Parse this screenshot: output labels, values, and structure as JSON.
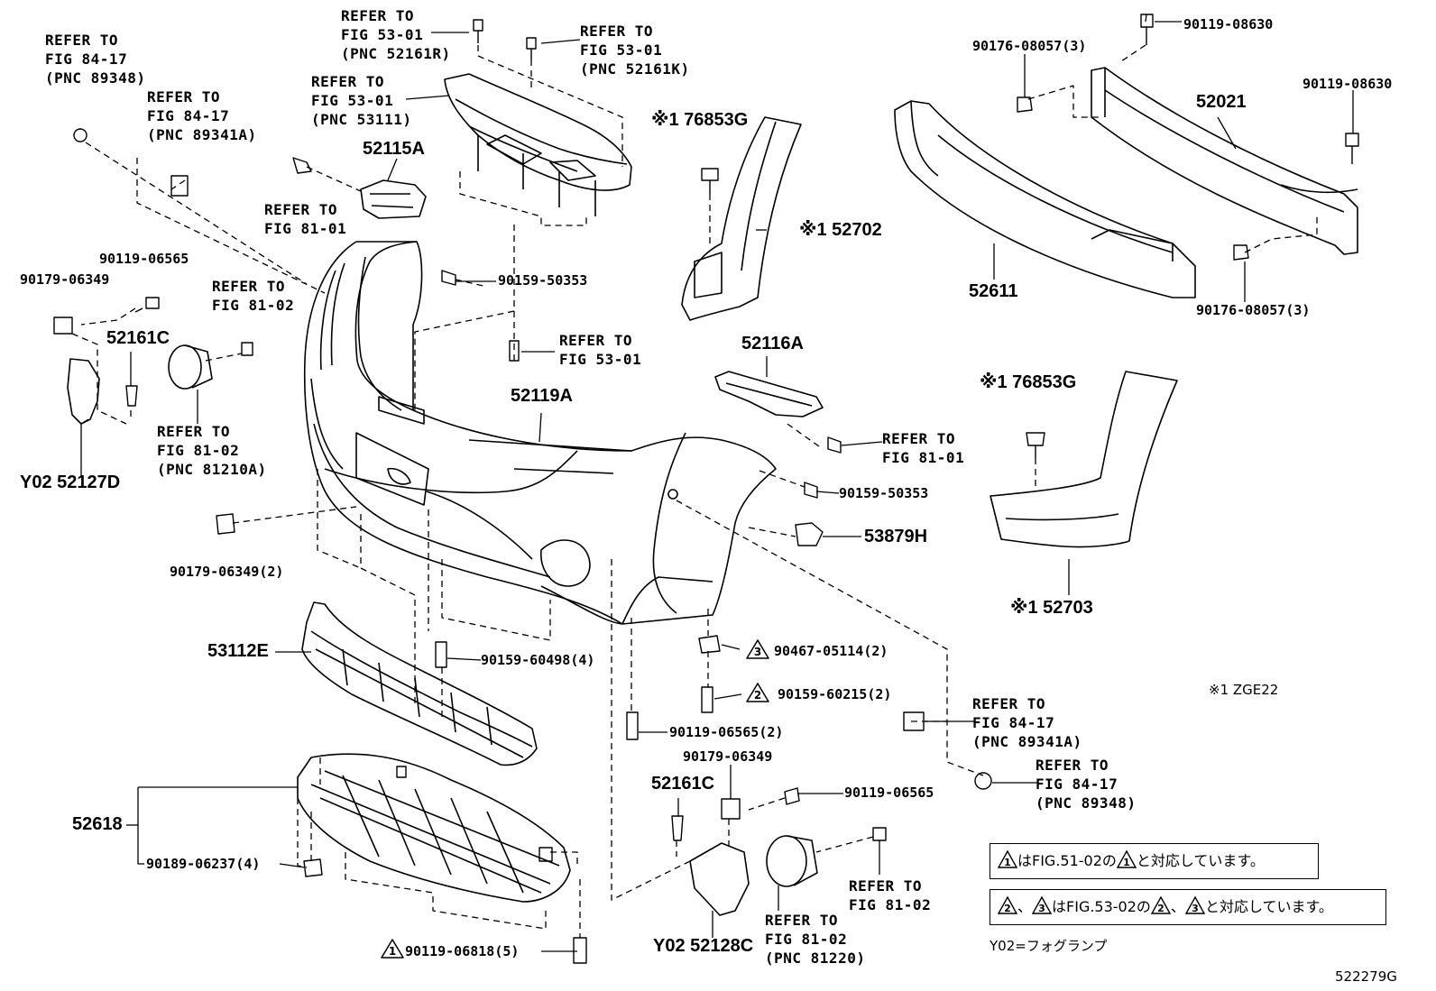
{
  "refs": {
    "r1": "REFER TO\nFIG 84-17\n(PNC 89348)",
    "r2": "REFER TO\nFIG 84-17\n(PNC 89341A)",
    "r3": "REFER TO\nFIG 53-01\n(PNC 52161R)",
    "r4": "REFER TO\nFIG 53-01\n(PNC 52161K)",
    "r5": "REFER TO\nFIG 53-01\n(PNC 53111)",
    "r6": "REFER TO\nFIG 81-01",
    "r7": "REFER TO\nFIG 81-02",
    "r8": "REFER TO\nFIG 53-01",
    "r9": "REFER TO\nFIG 81-02\n(PNC 81210A)",
    "r10": "REFER TO\nFIG 81-01",
    "r11": "REFER TO\nFIG 84-17\n(PNC 89341A)",
    "r12": "REFER TO\nFIG 84-17\n(PNC 89348)",
    "r13": "REFER TO\nFIG 81-02",
    "r14": "REFER TO\nFIG 81-02\n(PNC 81220)"
  },
  "parts": {
    "p52115A": "52115A",
    "p90159_50353a": "90159-50353",
    "p90119_06565a": "90119-06565",
    "p90179_06349a": "90179-06349",
    "p52161Ca": "52161C",
    "p52127D": "Y02 52127D",
    "p52119A": "52119A",
    "p90179_06349b": "90179-06349(2)",
    "p53112E": "53112E",
    "p90159_60498": "90159-60498(4)",
    "p52618": "52618",
    "p90189_06237": "90189-06237(4)",
    "p90119_06818": "90119-06818(5)",
    "p76853Ga": "※1 76853G",
    "p52702": "※1 52702",
    "p52116A": "52116A",
    "p90159_50353b": "90159-50353",
    "p53879H": "53879H",
    "p90467_05114": "90467-05114(2)",
    "p90159_60215": "90159-60215(2)",
    "p90119_06565b": "90119-06565(2)",
    "p90179_06349c": "90179-06349",
    "p52161Cb": "52161C",
    "p90119_06565c": "90119-06565",
    "p52128C": "Y02 52128C",
    "p90176_08057a": "90176-08057(3)",
    "p90119_08630a": "90119-08630",
    "p90119_08630b": "90119-08630",
    "p52021": "52021",
    "p52611": "52611",
    "p90176_08057b": "90176-08057(3)",
    "p76853Gb": "※1 76853G",
    "p52703": "※1 52703"
  },
  "tri": {
    "t1": "3",
    "t2": "2",
    "t3": "1",
    "t4": "1",
    "t5": "2",
    "t6": "3",
    "t7": "2",
    "t8": "3"
  },
  "notes": {
    "zge": "※1 ZGE22",
    "box1_pre": "はFIG.51-02の",
    "box1_post": "と対応しています。",
    "box2_sep": "、",
    "box2_mid": "はFIG.53-02の",
    "box2_sep2": "、",
    "box2_post": "と対応しています。",
    "y02": "Y02=フォグランプ",
    "fig": "522279G"
  }
}
